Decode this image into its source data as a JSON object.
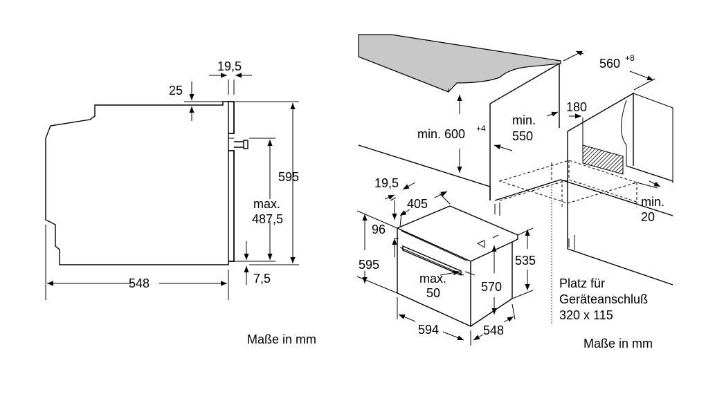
{
  "left": {
    "dims": {
      "d19_5": "19,5",
      "d25": "25",
      "d595": "595",
      "dmax_l1": "max.",
      "dmax_l2": "487,5",
      "d7_5": "7,5",
      "d548": "548"
    },
    "caption": "Maße in mm"
  },
  "right": {
    "dims": {
      "d560": "560",
      "d560_sup": "+8",
      "dmin600": "min. 600",
      "dmin600_sup": "+4",
      "dmin550_l1": "min.",
      "dmin550_l2": "550",
      "d180": "180",
      "dmin20_l1": "min.",
      "dmin20_l2": "20",
      "d19_5": "19,5",
      "d405": "405",
      "d96": "96",
      "d595": "595",
      "dmax50_l1": "max.",
      "dmax50_l2": "50",
      "d570": "570",
      "d535": "535",
      "d594": "594",
      "d548": "548"
    },
    "connection": {
      "line1": "Platz für",
      "line2": "Geräteanschluß",
      "line3": "320 x 115"
    },
    "caption": "Maße in mm"
  }
}
